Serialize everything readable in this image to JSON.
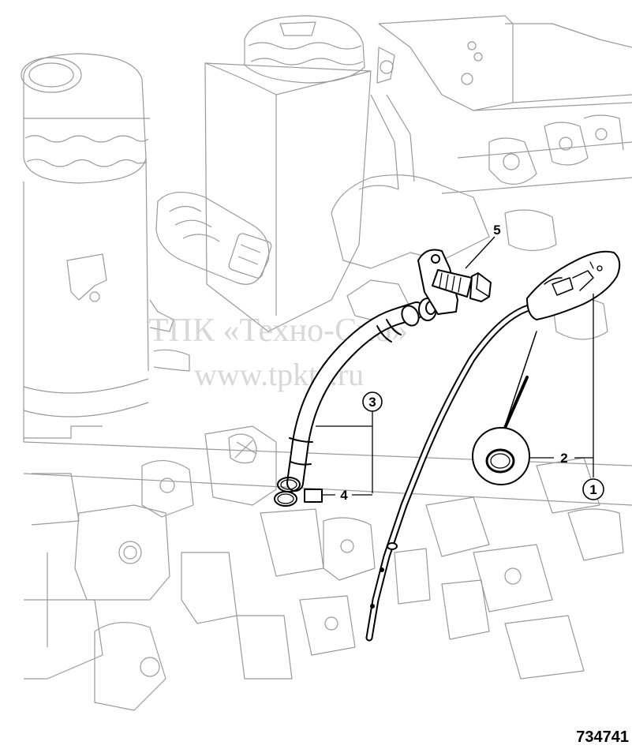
{
  "watermark": {
    "line1": "ТПК «Техно-Сиб»",
    "line2": "www.tpkts.ru"
  },
  "callouts": [
    {
      "id": "1",
      "label": "1",
      "shape": "circle"
    },
    {
      "id": "2",
      "label": "2",
      "shape": "plain"
    },
    {
      "id": "3",
      "label": "3",
      "shape": "circle"
    },
    {
      "id": "4",
      "label": "4",
      "shape": "plain"
    },
    {
      "id": "5",
      "label": "5",
      "shape": "plain"
    }
  ],
  "drawing_number": "734741",
  "colors": {
    "line": "#000000",
    "ghost": "#9a9a9a",
    "watermark": "#b9b9b9"
  }
}
